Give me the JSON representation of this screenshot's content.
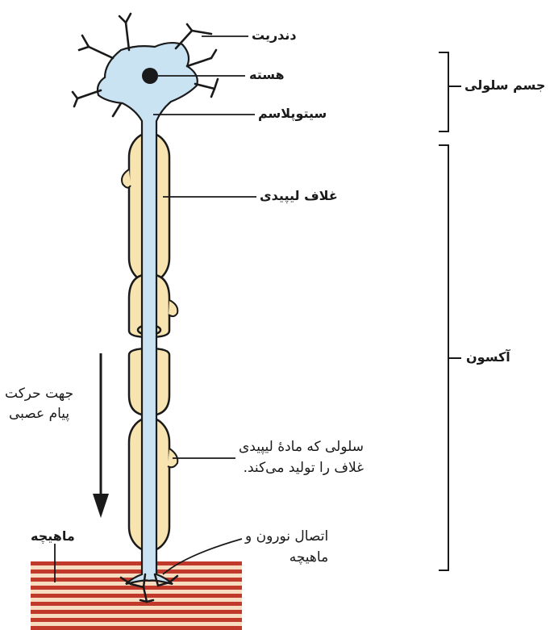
{
  "labels": {
    "dendrite": "دندریت",
    "nucleus": "هسته",
    "cytoplasm": "سیتوپلاسم",
    "cell_body": "جسم سلولی",
    "lipid_sheath": "غلاف لیپیدی",
    "axon": "آکسون",
    "direction_line1": "جهت حرکت",
    "direction_line2": "پیام عصبی",
    "sheath_cell_line1": "سلولی که مادهٔ لیپیدی",
    "sheath_cell_line2": "غلاف را تولید می‌کند.",
    "muscle": "ماهیچه",
    "junction_line1": "اتصال نورون و",
    "junction_line2": "ماهیچه"
  },
  "colors": {
    "cell_body": "#c9e3f3",
    "myelin": "#f8e4b0",
    "muscle_red": "#c0392b",
    "muscle_cream": "#f6dcc0",
    "outline": "#1a1a1a"
  }
}
